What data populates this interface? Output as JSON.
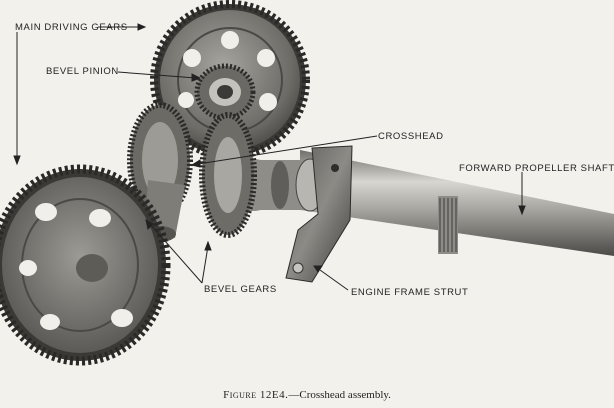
{
  "labels": {
    "main_driving_gears": "MAIN DRIVING GEARS",
    "bevel_pinion": "BEVEL PINION",
    "crosshead": "CROSSHEAD",
    "forward_propeller_shaft": "FORWARD PROPELLER SHAFT",
    "bevel_gears": "BEVEL GEARS",
    "engine_frame_strut": "ENGINE FRAME STRUT"
  },
  "caption": {
    "figure_number": "Figure 12E4.",
    "separator": "—",
    "title": "Crosshead assembly."
  }
}
